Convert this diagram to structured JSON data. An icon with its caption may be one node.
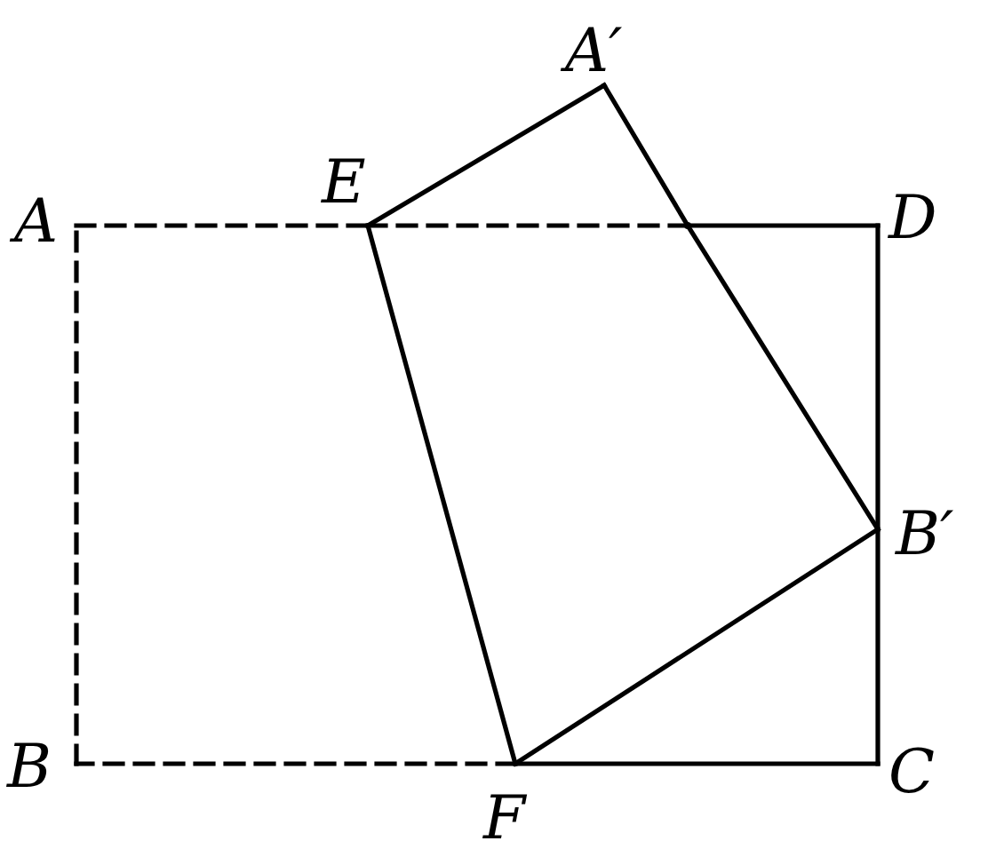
{
  "diagram": {
    "nodes": [
      {
        "text": [
          "A′"
        ]
      },
      {
        "text": [
          "E"
        ]
      },
      {
        "text": [
          "A"
        ]
      },
      {
        "text": [
          "D"
        ]
      },
      {
        "text": [],
        "shape": "point"
      },
      {
        "text": [
          "B′"
        ]
      },
      {
        "text": [
          "B"
        ]
      },
      {
        "text": [
          "F"
        ]
      },
      {
        "text": [
          "C"
        ]
      }
    ],
    "edges": [
      {
        "from": 2,
        "to": 1,
        "arrow": "none",
        "style": "dashed"
      },
      {
        "from": 1,
        "to": 4,
        "arrow": "none",
        "style": "dashed"
      },
      {
        "from": 4,
        "to": 3,
        "arrow": "none"
      },
      {
        "from": 1,
        "to": 0,
        "arrow": "none"
      },
      {
        "from": 0,
        "to": 4,
        "arrow": "none"
      },
      {
        "from": 4,
        "to": 5,
        "arrow": "none"
      },
      {
        "from": 3,
        "to": 5,
        "arrow": "none"
      },
      {
        "from": 5,
        "to": 8,
        "arrow": "none"
      },
      {
        "from": 8,
        "to": 7,
        "arrow": "none"
      },
      {
        "from": 7,
        "to": 6,
        "arrow": "none",
        "style": "dashed"
      },
      {
        "from": 6,
        "to": 2,
        "arrow": "none",
        "style": "dashed"
      },
      {
        "from": 1,
        "to": 7,
        "arrow": "none"
      },
      {
        "from": 7,
        "to": 5,
        "arrow": "none"
      }
    ]
  }
}
